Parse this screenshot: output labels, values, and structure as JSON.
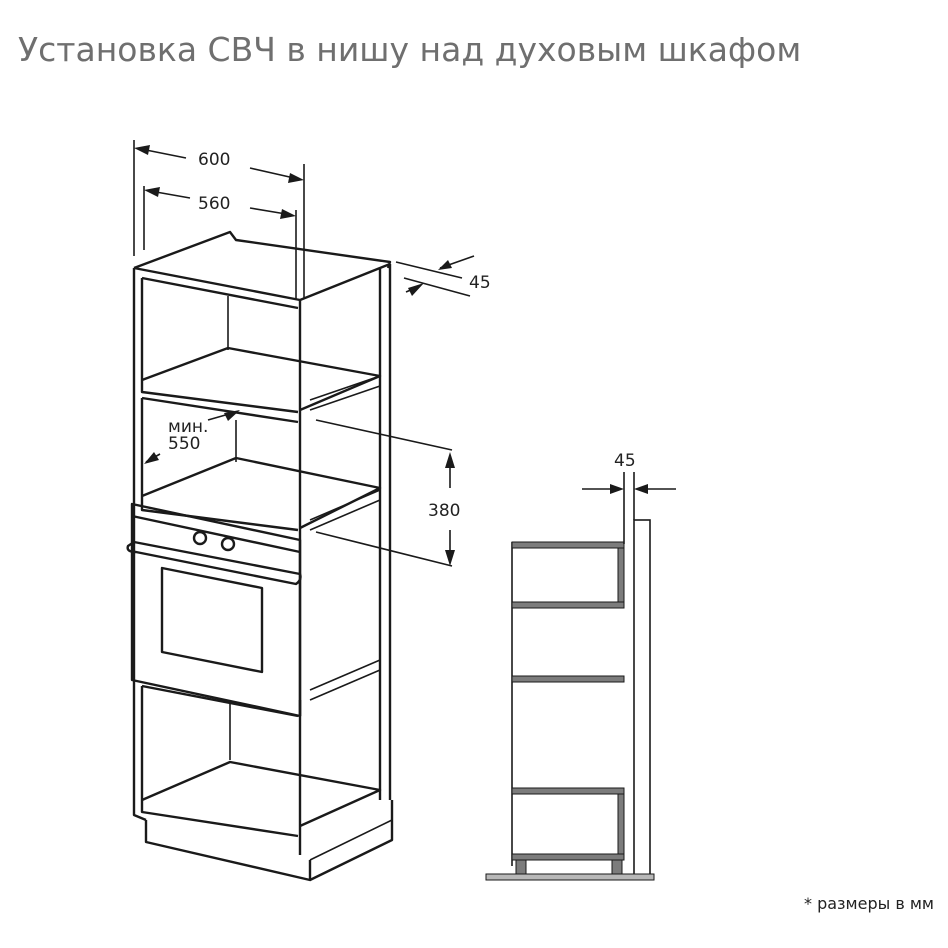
{
  "title": "Установка СВЧ в нишу над духовым шкафом",
  "dimensions": {
    "total_width": "600",
    "inner_width": "560",
    "rear_gap": "45",
    "min_label": "мин.",
    "min_depth": "550",
    "niche_height": "380",
    "side_gap": "45"
  },
  "note": "* размеры в мм"
}
